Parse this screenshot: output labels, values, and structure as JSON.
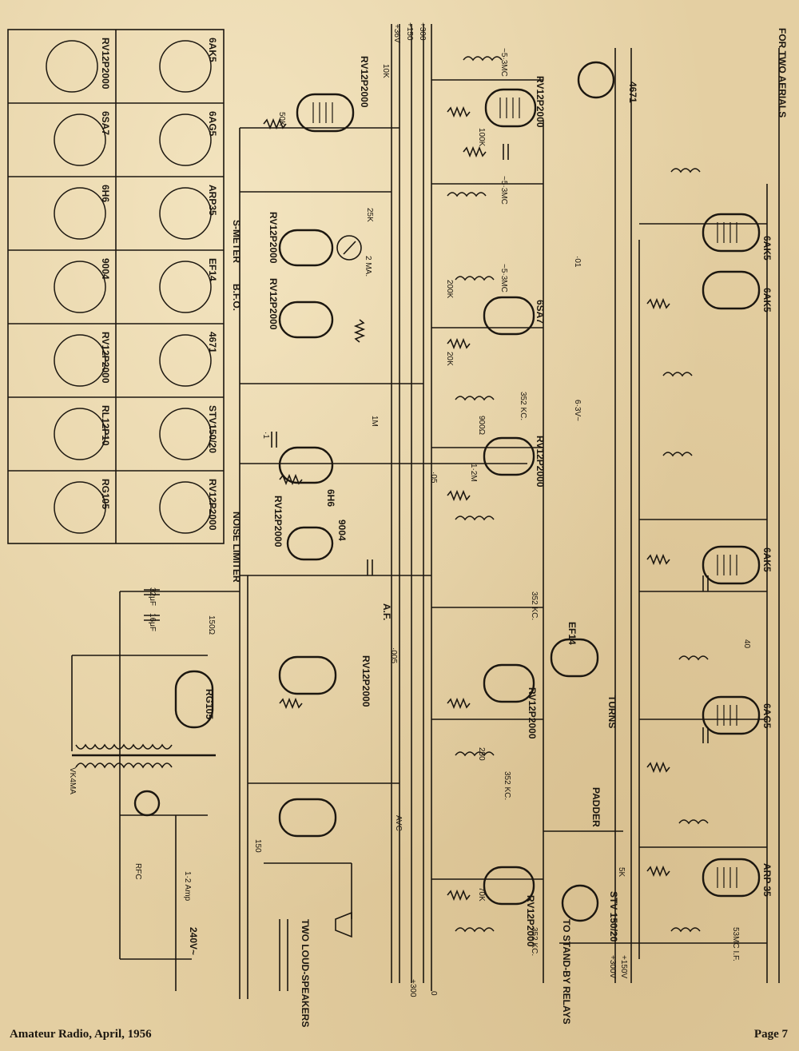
{
  "footer": {
    "left": "Amateur Radio, April, 1956",
    "right": "Page 7"
  },
  "base_table": {
    "cells": [
      {
        "left": "RV12P2000",
        "right": "6AK5"
      },
      {
        "left": "6SA7",
        "right": "6AG5"
      },
      {
        "left": "6H6",
        "right": "ARP35"
      },
      {
        "left": "9004",
        "right": "EF14"
      },
      {
        "left": "RV12P2000",
        "right": "4671"
      },
      {
        "left": "RL12P10",
        "right": "STV150/20"
      },
      {
        "left": "RG105",
        "right": "RV12P2000"
      }
    ]
  },
  "section_labels": {
    "s_meter": "S-METER",
    "bfo": "B.F.O.",
    "noise_limiter": "NOISE LIMITER",
    "two_speakers": "TWO LOUD-SPEAKERS",
    "for_two_aerials": "FOR TWO AERIALS",
    "standby": "TO STAND-BY RELAYS",
    "turns": "TURNS",
    "padder": "PADDER",
    "af": "A.F.",
    "avc": "AVC",
    "mains": "240V~",
    "vk4ma": "VK4MA"
  },
  "tube_labels": [
    {
      "id": "v-rv12p2000-a",
      "text": "RV12P2000"
    },
    {
      "id": "v-rv12p2000-b",
      "text": "RV12P2000"
    },
    {
      "id": "v-rv12p2000-c",
      "text": "RV12P2000"
    },
    {
      "id": "v-rv12p2000-d",
      "text": "RV12P2000"
    },
    {
      "id": "v-rv12p2000-e",
      "text": "RV12P2000"
    },
    {
      "id": "v-rv12p2000-f",
      "text": "RV12P2000"
    },
    {
      "id": "v-rv12p2000-g",
      "text": "RV12P2000"
    },
    {
      "id": "v-rv12p2000-h",
      "text": "RV12P2000"
    },
    {
      "id": "v-rv12p2000-i",
      "text": "RV12P2000"
    },
    {
      "id": "v-6sa7",
      "text": "6SA7"
    },
    {
      "id": "v-6h6",
      "text": "6H6"
    },
    {
      "id": "v-9004",
      "text": "9004"
    },
    {
      "id": "v-ef14",
      "text": "EF14"
    },
    {
      "id": "v-4671",
      "text": "4671"
    },
    {
      "id": "v-6ak5-a",
      "text": "6AK5"
    },
    {
      "id": "v-6ak5-b",
      "text": "6AK5"
    },
    {
      "id": "v-6ak5-c",
      "text": "6AK5"
    },
    {
      "id": "v-6ag5",
      "text": "6AG5"
    },
    {
      "id": "v-arp35",
      "text": "ARP 35"
    },
    {
      "id": "v-stv",
      "text": "STV 150/20"
    },
    {
      "id": "v-rg105",
      "text": "RG105"
    }
  ],
  "freq_labels": [
    "~5·3MC",
    "~5·3MC",
    "~5·3MC",
    "352 KC.",
    "352 KC.",
    "352 KC.",
    "352 KC.",
    "53MC I.F."
  ],
  "supply_labels": [
    "+36V",
    "+150",
    "+300",
    "+300",
    "+150V",
    "+300V",
    "0",
    "6·3V~"
  ],
  "component_labels": [
    "10K",
    "50K",
    "25K",
    "2 MA.",
    "100K",
    "1M",
    "1·2M",
    "70K",
    "200K",
    "20K",
    "150",
    "900Ω",
    "250",
    "5K",
    "·05",
    "·01",
    "·005",
    "·1",
    "40",
    "32μF",
    "16μF",
    "150Ω",
    "1·2 Amp",
    "RFC"
  ]
}
